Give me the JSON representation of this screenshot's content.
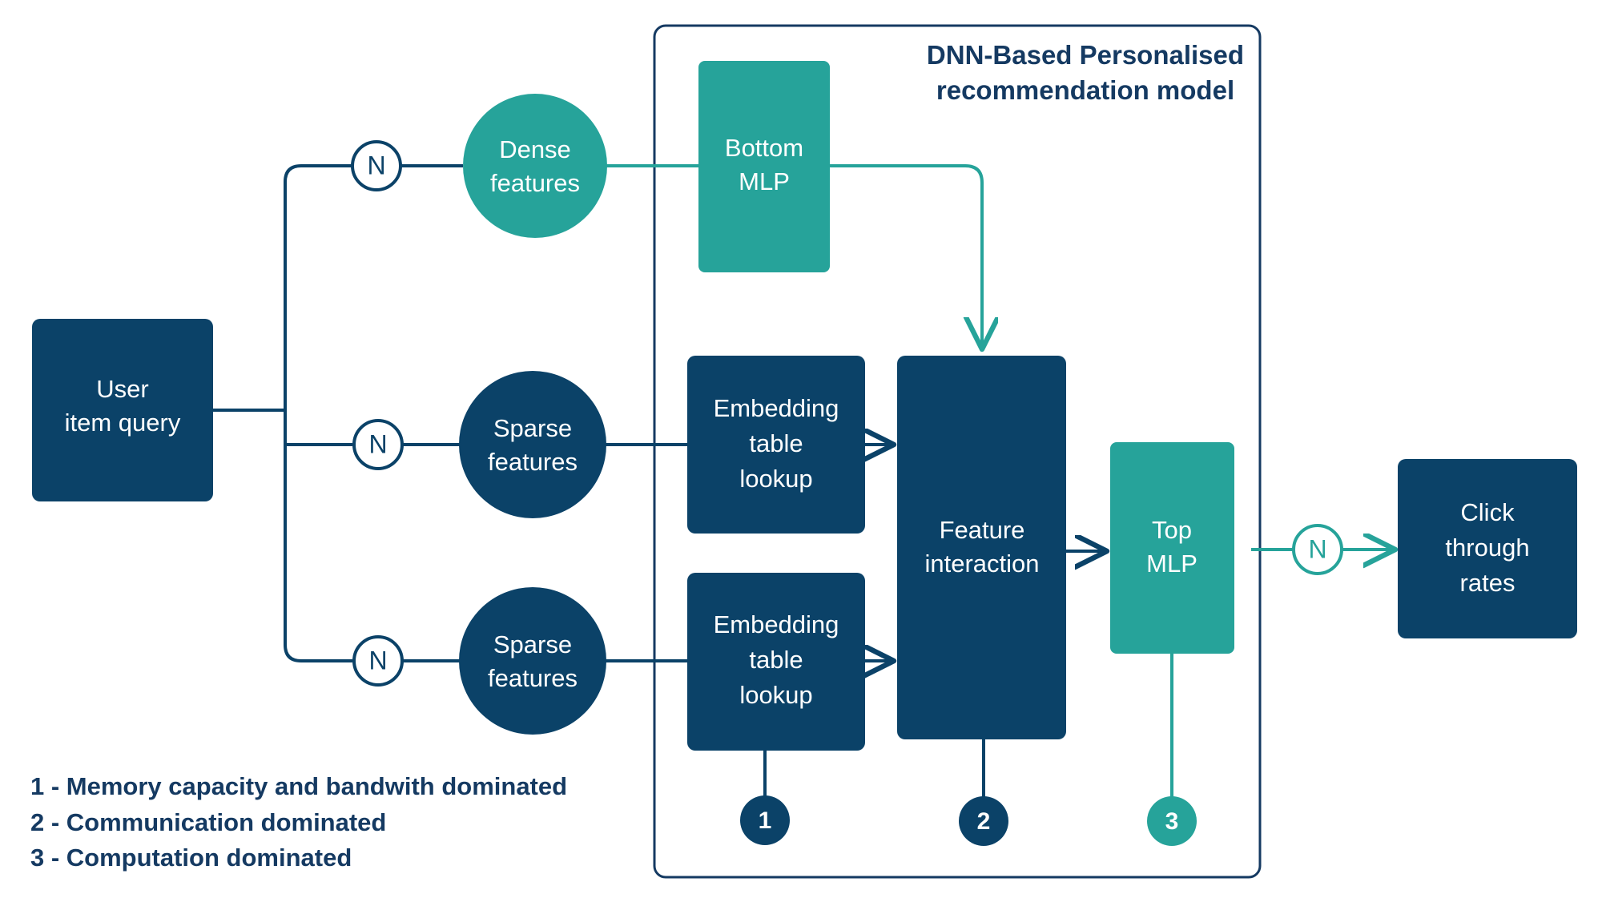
{
  "theme": {
    "navy": "#0b4268",
    "navy_text": "#153a62",
    "teal": "#26a39a",
    "white": "#ffffff",
    "background": "#ffffff"
  },
  "group": {
    "title_line1": "DNN-Based Personalised",
    "title_line2": "recommendation model"
  },
  "nodes": {
    "user_query": {
      "line1": "User",
      "line2": "item query"
    },
    "dense_features": {
      "line1": "Dense",
      "line2": "features"
    },
    "sparse_features_top": {
      "line1": "Sparse",
      "line2": "features"
    },
    "sparse_features_bottom": {
      "line1": "Sparse",
      "line2": "features"
    },
    "bottom_mlp": {
      "line1": "Bottom",
      "line2": "MLP"
    },
    "embedding_lookup_top": {
      "line1": "Embedding",
      "line2": "table",
      "line3": "lookup"
    },
    "embedding_lookup_bottom": {
      "line1": "Embedding",
      "line2": "table",
      "line3": "lookup"
    },
    "feature_interaction": {
      "line1": "Feature",
      "line2": "interaction"
    },
    "top_mlp": {
      "line1": "Top",
      "line2": "MLP"
    },
    "click_through_rates": {
      "line1": "Click",
      "line2": "through",
      "line3": "rates"
    }
  },
  "multiplicity_badges": {
    "dense_branch": "N",
    "sparse_top_branch": "N",
    "sparse_bottom_branch": "N",
    "output_branch": "N"
  },
  "markers": {
    "one": "1",
    "two": "2",
    "three": "3"
  },
  "legend": {
    "items": [
      "1 - Memory capacity and bandwith dominated",
      "2 - Communication dominated",
      "3 - Computation dominated"
    ]
  },
  "icon_names": [
    "arrow-right-icon",
    "arrow-down-icon",
    "multiplicity-circle-icon",
    "numbered-marker-icon"
  ]
}
